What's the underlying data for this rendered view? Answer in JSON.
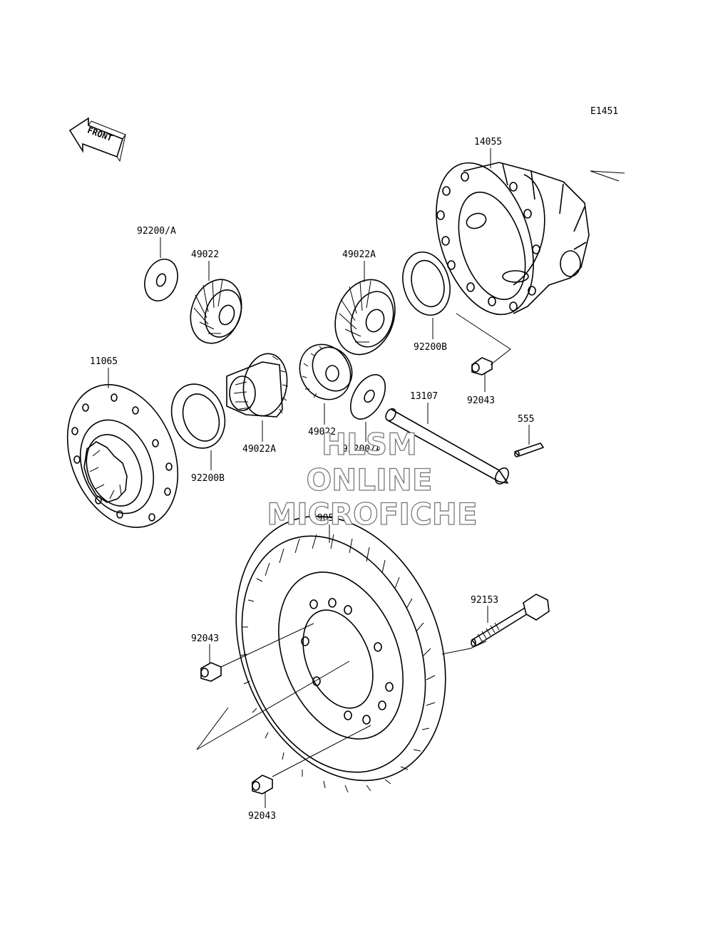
{
  "diagram_code": "E1451",
  "front_label": "FRONT",
  "watermark": {
    "line1": "HLSM",
    "line2": "ONLINE",
    "line3": "MICROFICHE"
  },
  "callouts": {
    "p14055": "14055",
    "p92200a_top": "92200/A",
    "p49022_top": "49022",
    "p49022a_top": "49022A",
    "p92200b_right": "92200B",
    "p92043_right": "92043",
    "p11065": "11065",
    "p49022a_bottom": "49022A",
    "p92200b_left": "92200B",
    "p49022_bottom": "49022",
    "p92200a_bottom": "92200/A",
    "p13107": "13107",
    "p555": "555",
    "p59057": "59057",
    "p92153": "92153",
    "p92043_left": "92043",
    "p92043_bottom": "92043"
  }
}
